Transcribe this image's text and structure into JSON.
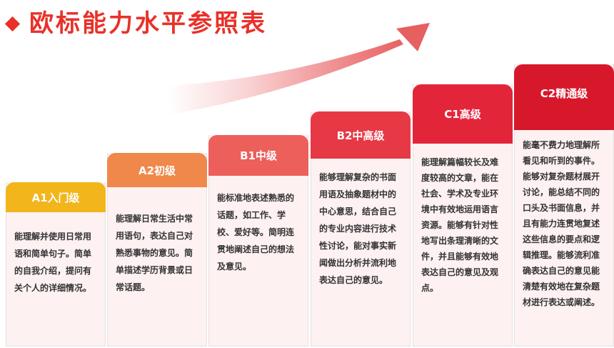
{
  "title": "欧标能力水平参照表",
  "colors": {
    "title": "#e8312a",
    "A1": "#f2b51c",
    "A2": "#f0884b",
    "B1": "#ec5f5b",
    "B2": "#e73846",
    "C1": "#e3253a",
    "C2": "#d7182a",
    "card_body": "#fdf1f2",
    "body_text": "#333333"
  },
  "levels": [
    {
      "code": "A1",
      "label": "A1入门级",
      "description": "能理解并使用日常用语和简单句子。简单的自我介绍，提问有关个人的详细情况。"
    },
    {
      "code": "A2",
      "label": "A2初级",
      "description": "能理解日常生活中常用语句，表达自己对熟悉事物的意见。简单描述学历背景或日常话题。"
    },
    {
      "code": "B1",
      "label": "B1中级",
      "description": "能标准地表述熟悉的话题，如工作、学校、爱好等。简明连贯地阐述自己的想法及意见。"
    },
    {
      "code": "B2",
      "label": "B2中高级",
      "description": "能够理解复杂的书面用语及抽象题材中的中心意思，结合自己的专业内容进行技术性讨论，能对事实新闻做出分析并流利地表达自己的意见。"
    },
    {
      "code": "C1",
      "label": "C1高级",
      "description": "能理解篇幅较长及难度较高的文章，能在社会、学术及专业环境中有效地运用语言资源。能够有针对性地写出条理清晰的文件，并且能够有效地表达自己的意见及观点。"
    },
    {
      "code": "C2",
      "label": "C2精通级",
      "description": "能毫不费力地理解所看见和听到的事件。能够对复杂题材展开讨论，能总结不同的口头及书面信息，并且有能力连贯地复述这些信息的要点和逻辑推理。能够流利准确表达自己的意见能清楚有效地在复杂题材进行表达或阐述。"
    }
  ]
}
